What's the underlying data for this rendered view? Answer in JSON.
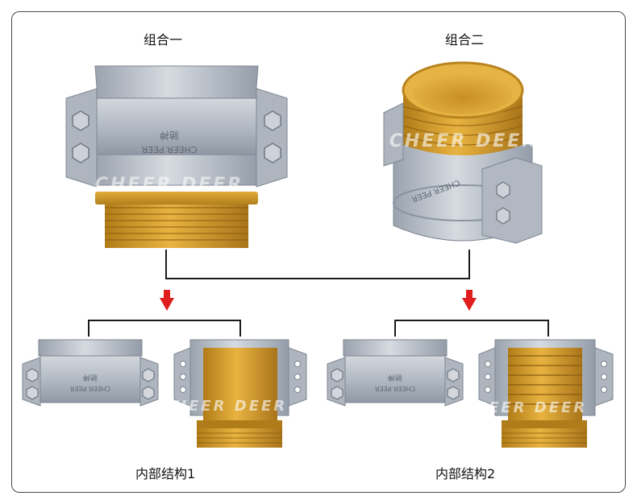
{
  "labels": {
    "combo_1": "组合一",
    "combo_2": "组合二",
    "inner_1": "内部结构1",
    "inner_2": "内部结构2"
  },
  "watermark": {
    "brand_en": "CHEER PEER",
    "brand_cn": "驰神",
    "wm_text": "CHEER DEER"
  },
  "colors": {
    "steel": "#b3bac4",
    "steel_dark": "#8e97a3",
    "brass": "#d29b28",
    "brass_dark": "#a9771a",
    "connector": "#1a1a1a",
    "arrow": "#e11e1e"
  }
}
